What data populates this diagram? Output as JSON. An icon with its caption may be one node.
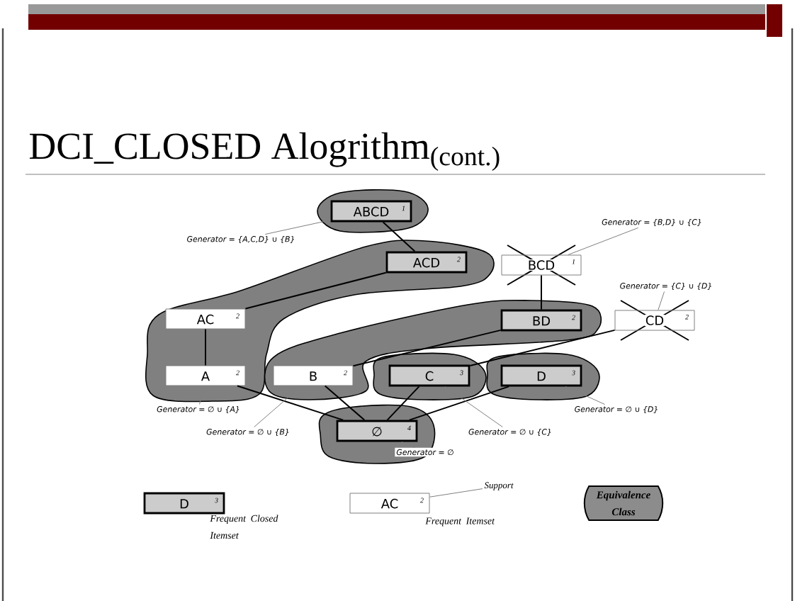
{
  "diagram": {
    "title": "DCI_CLOSED Alogrithm$_{(cont.)}$",
    "nodes": [
      {
        "text": [
          "ABCD",
          "1"
        ]
      },
      {
        "text": [
          "ACD",
          "2"
        ]
      },
      {
        "text": [
          "BCD",
          "1"
        ]
      },
      {
        "text": [
          "AC",
          "2"
        ]
      },
      {
        "text": [
          "BD",
          "2"
        ]
      },
      {
        "text": [
          "CD",
          "2"
        ]
      },
      {
        "text": [
          "A",
          "2"
        ]
      },
      {
        "text": [
          "B",
          "2"
        ]
      },
      {
        "text": [
          "C",
          "3"
        ]
      },
      {
        "text": [
          "D",
          "3"
        ]
      },
      {
        "text": [
          "∅",
          "4"
        ]
      },
      {
        "text": [
          "Generator = {A,C,D} ∪ {B}"
        ]
      },
      {
        "text": [
          "Generator = {B,D} ∪ {C}"
        ]
      },
      {
        "text": [
          "Generator = {C} ∪ {D}"
        ]
      },
      {
        "text": [
          "Generator = ∅ ∪ {A}"
        ]
      },
      {
        "text": [
          "Generator = ∅ ∪ {B}"
        ]
      },
      {
        "text": [
          "Generator = ∅ ∪ {C}"
        ]
      },
      {
        "text": [
          "Generator = ∅ ∪ {D}"
        ]
      },
      {
        "text": [
          "Generator = ∅"
        ]
      },
      {
        "text": [
          "D",
          "3"
        ],
        "beside": [
          "Frequent Closed Itemset"
        ]
      },
      {
        "text": [
          "AC",
          "2"
        ],
        "beside": [
          "Frequent Itemset"
        ]
      },
      {
        "text": [
          "Support"
        ]
      },
      {
        "text": [
          "Equivalence Class"
        ]
      }
    ],
    "edges": [
      {
        "from": 0,
        "to": 1,
        "arrow": "none"
      },
      {
        "from": 1,
        "to": 3,
        "arrow": "none"
      },
      {
        "from": 3,
        "to": 6,
        "arrow": "none"
      },
      {
        "from": 2,
        "to": 4,
        "arrow": "none"
      },
      {
        "from": 4,
        "to": 7,
        "arrow": "none"
      },
      {
        "from": 5,
        "to": 8,
        "arrow": "none"
      },
      {
        "from": 6,
        "to": 10,
        "arrow": "none"
      },
      {
        "from": 7,
        "to": 10,
        "arrow": "none"
      },
      {
        "from": 8,
        "to": 10,
        "arrow": "none"
      },
      {
        "from": 9,
        "to": 10,
        "arrow": "none"
      },
      {
        "from": 11,
        "to": 0,
        "arrow": "none",
        "color": "#808080"
      },
      {
        "from": 12,
        "to": 2,
        "arrow": "none",
        "color": "#808080"
      },
      {
        "from": 13,
        "to": 5,
        "arrow": "none",
        "color": "#808080"
      },
      {
        "from": 14,
        "to": 6,
        "arrow": "none",
        "color": "#808080"
      },
      {
        "from": 15,
        "to": 7,
        "arrow": "none",
        "color": "#808080"
      },
      {
        "from": 16,
        "to": 8,
        "arrow": "none",
        "color": "#808080"
      },
      {
        "from": 17,
        "to": 9,
        "arrow": "none",
        "color": "#808080"
      },
      {
        "from": 18,
        "to": 10,
        "arrow": "none",
        "color": "#808080"
      },
      {
        "from": 21,
        "to": 20,
        "arrow": "none",
        "color": "#808080"
      }
    ]
  }
}
